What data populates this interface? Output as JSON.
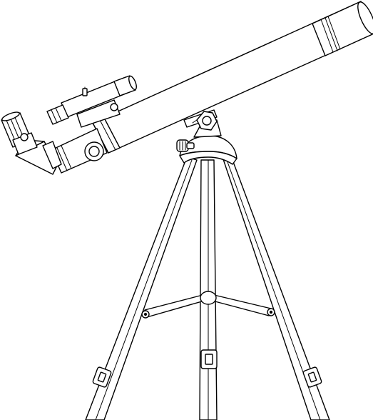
{
  "diagram": {
    "subject": "refractor-telescope-on-tripod",
    "style": "line-art",
    "colors": {
      "line": "#000000",
      "fill": "#ffffff",
      "background": "#ffffff"
    },
    "parts": [
      "optical-tube",
      "dew-shield",
      "finder-scope",
      "focuser",
      "focus-knob",
      "star-diagonal",
      "eyepiece",
      "mount-head",
      "altitude-lock-knob",
      "tripod-legs",
      "accessory-tray-braces",
      "leg-clamps"
    ]
  }
}
